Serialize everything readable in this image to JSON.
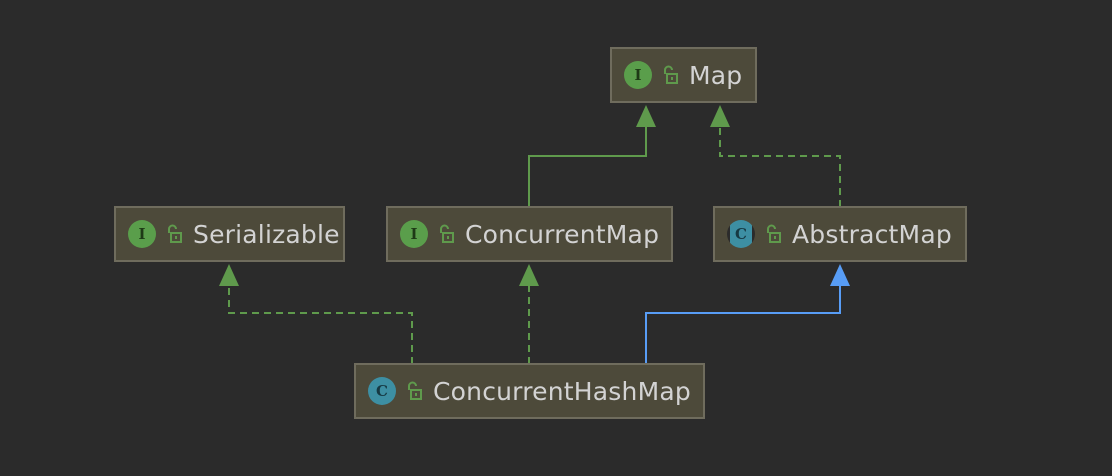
{
  "colors": {
    "background": "#2b2b2b",
    "node_fill": "#4d4a3a",
    "node_border": "#6f6c5d",
    "text": "#d3d3d3",
    "green_edge": "#5f9a4c",
    "blue_edge": "#589df6"
  },
  "nodes": {
    "map": {
      "label": "Map",
      "kind": "interface",
      "badge": "I",
      "icon": "unlock-icon"
    },
    "serializable": {
      "label": "Serializable",
      "kind": "interface",
      "badge": "I",
      "icon": "unlock-icon"
    },
    "concurrent_map": {
      "label": "ConcurrentMap",
      "kind": "interface",
      "badge": "I",
      "icon": "unlock-icon"
    },
    "abstract_map": {
      "label": "AbstractMap",
      "kind": "abstract-class",
      "badge": "C",
      "icon": "unlock-icon"
    },
    "concurrent_hash_map": {
      "label": "ConcurrentHashMap",
      "kind": "class",
      "badge": "C",
      "icon": "unlock-icon"
    }
  },
  "edges": [
    {
      "from": "concurrent_map",
      "to": "map",
      "style": "solid",
      "relation": "extends"
    },
    {
      "from": "abstract_map",
      "to": "map",
      "style": "dashed",
      "relation": "implements"
    },
    {
      "from": "concurrent_hash_map",
      "to": "serializable",
      "style": "dashed",
      "relation": "implements"
    },
    {
      "from": "concurrent_hash_map",
      "to": "concurrent_map",
      "style": "dashed",
      "relation": "implements"
    },
    {
      "from": "concurrent_hash_map",
      "to": "abstract_map",
      "style": "solid",
      "relation": "extends"
    }
  ]
}
